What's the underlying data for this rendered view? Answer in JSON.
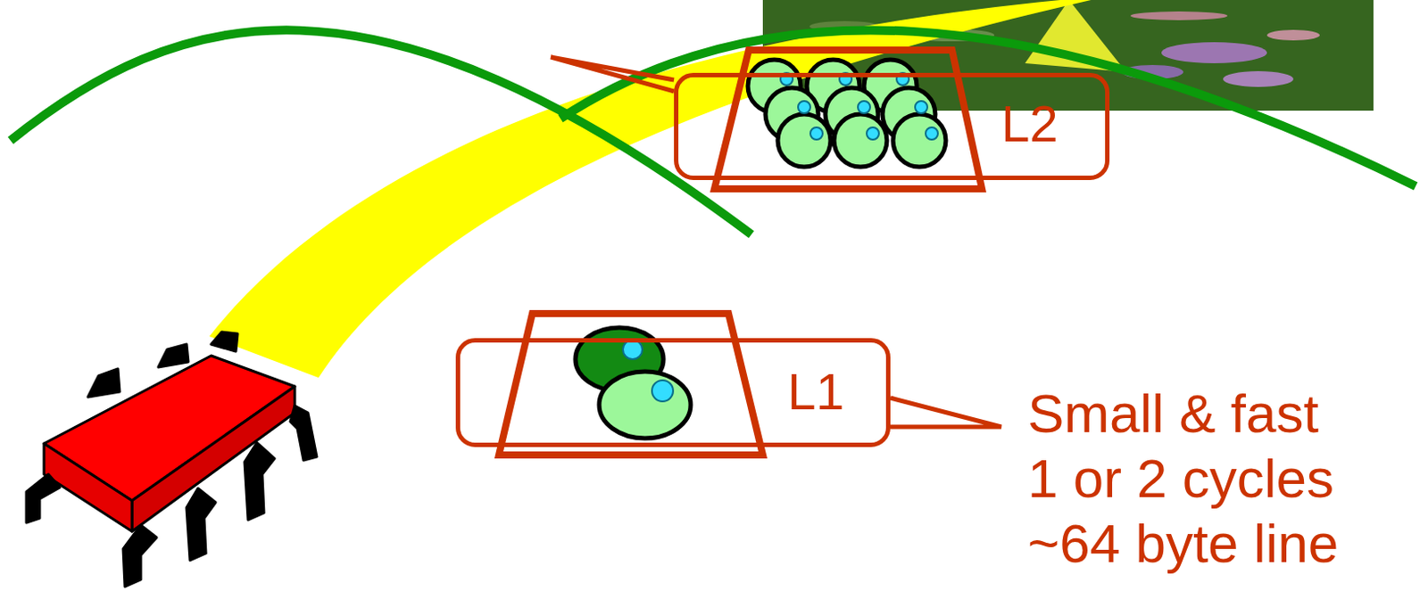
{
  "diagram": {
    "nodes": [
      {
        "text": [
          "L2"
        ]
      },
      {
        "text": [
          "L1"
        ]
      }
    ],
    "labels": [
      "Small & fast",
      "1 or 2 cycles",
      "~64 byte line"
    ]
  }
}
